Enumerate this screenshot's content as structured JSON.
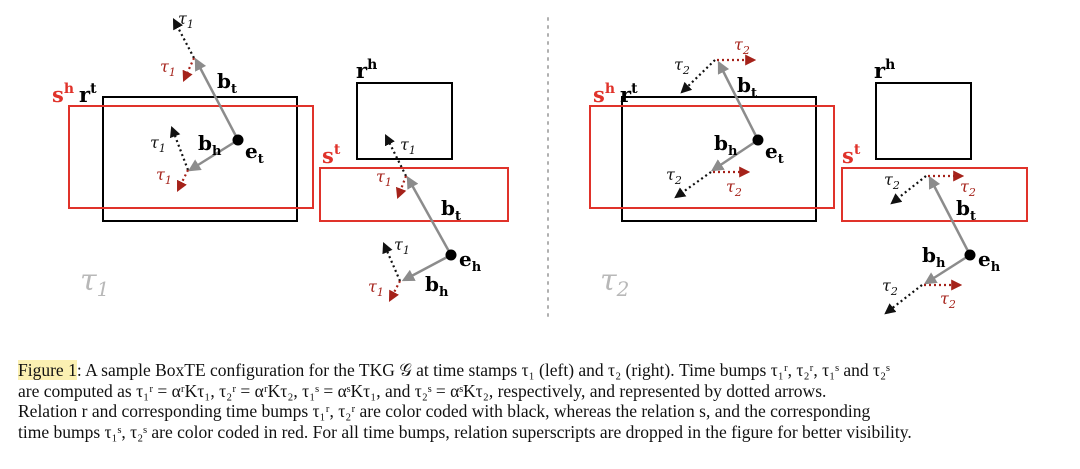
{
  "colors": {
    "relation_r": "#000000",
    "relation_s": "#e0322a",
    "bump_r": "#111111",
    "bump_s": "#a5221a",
    "point_vector": "#8c8c8c",
    "timestamp_label": "#b8b8b8",
    "divider": "#b0b0b0",
    "caption_highlight": "#fbf0b2"
  },
  "icons": {
    "dotted_arrow": "time-bump-arrow-icon",
    "solid_arrow": "bump-vector-arrow-icon",
    "entity_dot": "entity-point-icon"
  },
  "panels": {
    "left": {
      "timestamp": "τ",
      "timestamp_sub": "1",
      "labels": {
        "sh": {
          "base": "s",
          "sup": "h"
        },
        "rt": {
          "base": "r",
          "sup": "t"
        },
        "rh": {
          "base": "r",
          "sup": "h"
        },
        "st": {
          "base": "s",
          "sup": "t"
        },
        "bt1": {
          "base": "b",
          "sub": "t"
        },
        "bh1": {
          "base": "b",
          "sub": "h"
        },
        "et": {
          "base": "e",
          "sub": "t"
        },
        "bt2": {
          "base": "b",
          "sub": "t"
        },
        "bh2": {
          "base": "b",
          "sub": "h"
        },
        "eh": {
          "base": "e",
          "sub": "h"
        }
      },
      "bumps": [
        {
          "base": "τ",
          "sub": "1"
        },
        {
          "base": "τ",
          "sub": "1"
        },
        {
          "base": "τ",
          "sub": "1"
        },
        {
          "base": "τ",
          "sub": "1"
        },
        {
          "base": "τ",
          "sub": "1"
        },
        {
          "base": "τ",
          "sub": "1"
        },
        {
          "base": "τ",
          "sub": "1"
        },
        {
          "base": "τ",
          "sub": "1"
        }
      ]
    },
    "right": {
      "timestamp": "τ",
      "timestamp_sub": "2",
      "labels": {
        "sh": {
          "base": "s",
          "sup": "h"
        },
        "rt": {
          "base": "r",
          "sup": "t"
        },
        "rh": {
          "base": "r",
          "sup": "h"
        },
        "st": {
          "base": "s",
          "sup": "t"
        },
        "bt1": {
          "base": "b",
          "sub": "t"
        },
        "bh1": {
          "base": "b",
          "sub": "h"
        },
        "et": {
          "base": "e",
          "sub": "t"
        },
        "bt2": {
          "base": "b",
          "sub": "t"
        },
        "bh2": {
          "base": "b",
          "sub": "h"
        },
        "eh": {
          "base": "e",
          "sub": "h"
        }
      },
      "bumps": [
        {
          "base": "τ",
          "sub": "2"
        },
        {
          "base": "τ",
          "sub": "2"
        },
        {
          "base": "τ",
          "sub": "2"
        },
        {
          "base": "τ",
          "sub": "2"
        },
        {
          "base": "τ",
          "sub": "2"
        },
        {
          "base": "τ",
          "sub": "2"
        },
        {
          "base": "τ",
          "sub": "2"
        },
        {
          "base": "τ",
          "sub": "2"
        }
      ]
    }
  },
  "caption": {
    "label": "Figure 1",
    "lines": [
      ": A sample BoxTE configuration for the TKG 𝒢 at time stamps τ₁ (left) and τ₂ (right). Time bumps τ₁ʳ, τ₂ʳ, τ₁ˢ and τ₂ˢ",
      "are computed as τ₁ʳ = αʳKτ₁, τ₂ʳ = αʳKτ₂, τ₁ˢ = αˢKτ₁, and τ₂ˢ = αˢKτ₂, respectively, and represented by dotted arrows.",
      "Relation r and corresponding time bumps τ₁ʳ, τ₂ʳ are color coded with black, whereas the relation s, and the corresponding",
      "time bumps τ₁ˢ, τ₂ˢ are color coded in red. For all time bumps, relation superscripts are dropped in the figure for better visibility."
    ]
  }
}
